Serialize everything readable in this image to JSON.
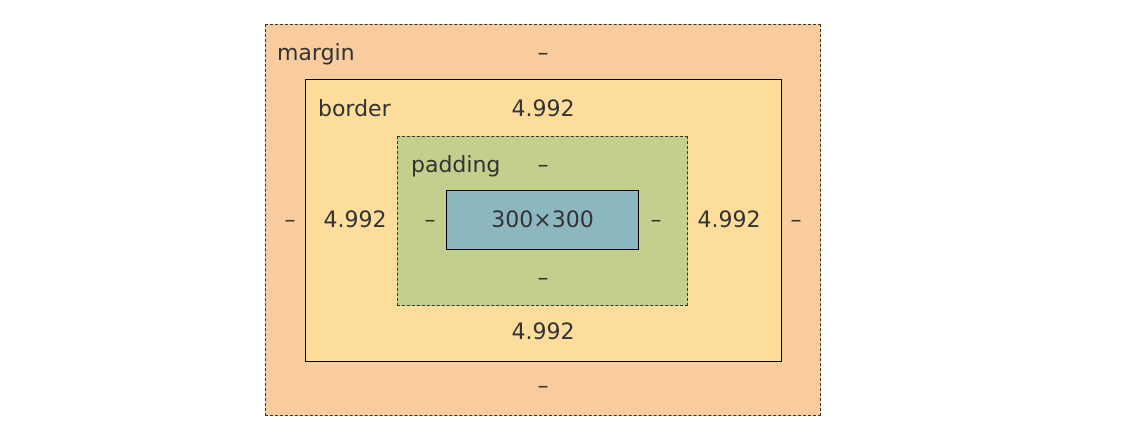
{
  "box_model": {
    "margin": {
      "label": "margin",
      "top": "–",
      "right": "–",
      "bottom": "–",
      "left": "–"
    },
    "border": {
      "label": "border",
      "top": "4.992",
      "right": "4.992",
      "bottom": "4.992",
      "left": "4.992"
    },
    "padding": {
      "label": "padding",
      "top": "–",
      "right": "–",
      "bottom": "–",
      "left": "–"
    },
    "content": {
      "size": "300×300"
    },
    "colors": {
      "margin": "#f9cc9d",
      "border": "#fddd9b",
      "padding": "#c3cf8d",
      "content": "#8cb6c0"
    }
  }
}
